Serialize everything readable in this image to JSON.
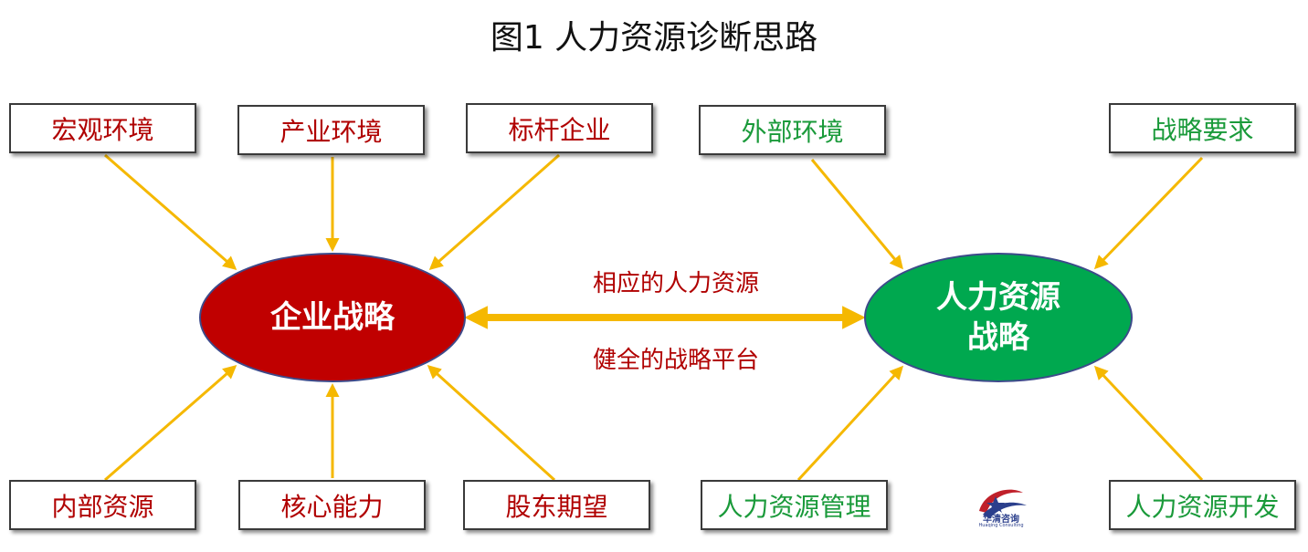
{
  "title": "图1  人力资源诊断思路",
  "left_group": {
    "center": "企业战略",
    "top_boxes": [
      "宏观环境",
      "产业环境",
      "标杆企业"
    ],
    "bottom_boxes": [
      "内部资源",
      "核心能力",
      "股东期望"
    ]
  },
  "right_group": {
    "center_line1": "人力资源",
    "center_line2": "战略",
    "top_boxes": [
      "外部环境",
      "战略要求"
    ],
    "bottom_boxes": [
      "人力资源管理",
      "人力资源开发"
    ]
  },
  "link": {
    "top_label": "相应的人力资源",
    "bottom_label": "健全的战略平台"
  },
  "logo": {
    "name": "华清咨询",
    "sub": "Huaqing Consulting"
  },
  "colors": {
    "red_text": "#b00000",
    "green_text": "#1a9a3a",
    "left_ellipse": "#c00000",
    "right_ellipse": "#00a84f",
    "arrow": "#f5b800"
  }
}
